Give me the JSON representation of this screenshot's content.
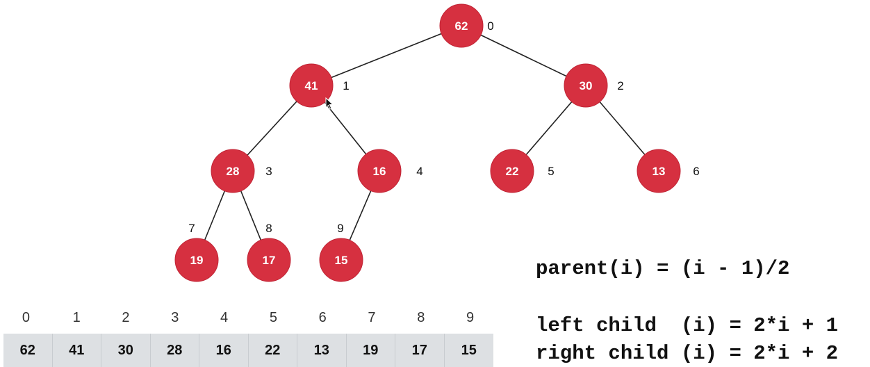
{
  "tree": {
    "nodes": [
      {
        "index": "0",
        "value": "62"
      },
      {
        "index": "1",
        "value": "41"
      },
      {
        "index": "2",
        "value": "30"
      },
      {
        "index": "3",
        "value": "28"
      },
      {
        "index": "4",
        "value": "16"
      },
      {
        "index": "5",
        "value": "22"
      },
      {
        "index": "6",
        "value": "13"
      },
      {
        "index": "7",
        "value": "19"
      },
      {
        "index": "8",
        "value": "17"
      },
      {
        "index": "9",
        "value": "15"
      }
    ],
    "edges": [
      [
        "0",
        "1"
      ],
      [
        "0",
        "2"
      ],
      [
        "1",
        "3"
      ],
      [
        "1",
        "4"
      ],
      [
        "2",
        "5"
      ],
      [
        "2",
        "6"
      ],
      [
        "3",
        "7"
      ],
      [
        "3",
        "8"
      ],
      [
        "4",
        "9"
      ]
    ],
    "node_color": "#d63040"
  },
  "array": {
    "indices": [
      "0",
      "1",
      "2",
      "3",
      "4",
      "5",
      "6",
      "7",
      "8",
      "9"
    ],
    "values": [
      "62",
      "41",
      "30",
      "28",
      "16",
      "22",
      "13",
      "19",
      "17",
      "15"
    ]
  },
  "formulas": {
    "parent": "parent(i) = (i - 1)/2",
    "left": "left child  (i) = 2*i + 1",
    "right": "right child (i) = 2*i + 2"
  }
}
